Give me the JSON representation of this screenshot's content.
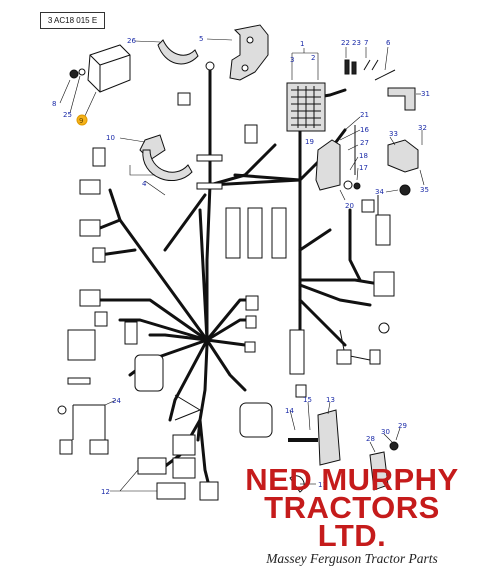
{
  "diagram": {
    "code": "3 AC18 015 E",
    "callouts": [
      "1",
      "2",
      "3",
      "4",
      "5",
      "6",
      "7",
      "8",
      "9",
      "10",
      "11",
      "12",
      "13",
      "14",
      "15",
      "16",
      "17",
      "18",
      "19",
      "20",
      "21",
      "22",
      "23",
      "24",
      "25",
      "26",
      "27",
      "28",
      "29",
      "30",
      "31",
      "32",
      "33",
      "34",
      "35"
    ],
    "highlight_color": "#f5b21a",
    "callout_color": "#1a2aa8"
  },
  "brand": {
    "line1": "NED MURPHY",
    "line2": "TRACTORS LTD.",
    "tagline": "Massey Ferguson Tractor Parts",
    "color": "#c51b1b"
  }
}
